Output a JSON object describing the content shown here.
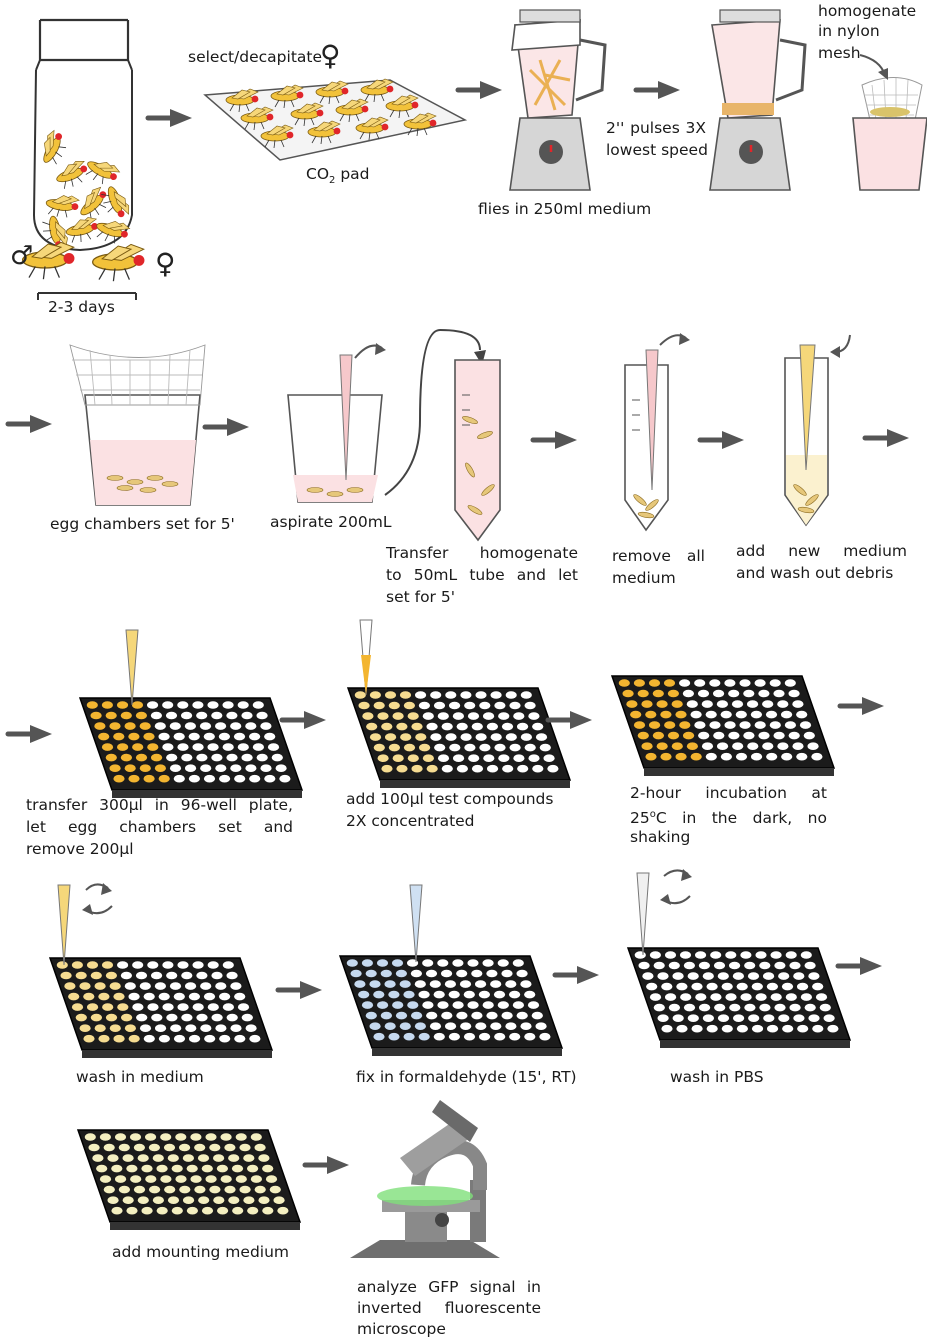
{
  "labels": {
    "select_decapitate": "select/decapitate",
    "co2": "CO",
    "co2_sub": "2",
    "co2_tail": " pad",
    "two_three_days": "2-3 days",
    "flies_in_medium": "flies in 250ml medium",
    "pulses": "2'' pulses 3X",
    "lowest_speed": "lowest speed",
    "homogenate_mesh_1": "homogenate",
    "homogenate_mesh_2": "in nylon mesh",
    "egg_chambers_set": "egg chambers set for 5'",
    "aspirate": "aspirate 200mL",
    "transfer_1": "Transfer homogenate",
    "transfer_2": "to 50mL tube and let",
    "transfer_3": "set for 5'",
    "remove_1": "remove all",
    "remove_2": "medium",
    "add_new_1": "add new medium",
    "add_new_2": "and wash out debris",
    "transfer96_1": "transfer 300µl in 96-well plate,",
    "transfer96_2": "let egg chambers set and",
    "transfer96_3": "remove 200µl",
    "add_compounds_1": "add 100µl test compounds",
    "add_compounds_2": "2X concentrated",
    "incubation_1": "2-hour incubation at",
    "incubation_2_a": "25",
    "incubation_2_sup": "o",
    "incubation_2_b": "C in the dark, no",
    "incubation_3": "shaking",
    "wash_medium": "wash in medium",
    "fix_formaldehyde": "fix in formaldehyde (15', RT)",
    "wash_pbs": "wash in PBS",
    "add_mounting": "add mounting medium",
    "analyze_1": "analyze GFP signal in",
    "analyze_2": "inverted fluorescente",
    "analyze_3": "microscope"
  },
  "symbols": {
    "female": "♀",
    "male": "♂"
  },
  "colors": {
    "fly_body": "#f2c23a",
    "fly_eye": "#e0262a",
    "medium_pink": "#f9dfe0",
    "plate": "#1b1b1b",
    "well_yellow": "#f3b530",
    "well_pale_yellow": "#f6dc91",
    "well_blue": "#c6d9ef",
    "well_cream": "#f4efc0",
    "arrow": "#555555",
    "gfp_green": "#7fe07a"
  },
  "icons": [
    "fly-vial-icon",
    "co2-pad-icon",
    "blender-icon",
    "nylon-mesh-icon",
    "cup-icon",
    "falcon-tube-icon",
    "pipette-icon",
    "well-plate-icon",
    "microscope-icon",
    "arrow-right-icon"
  ]
}
